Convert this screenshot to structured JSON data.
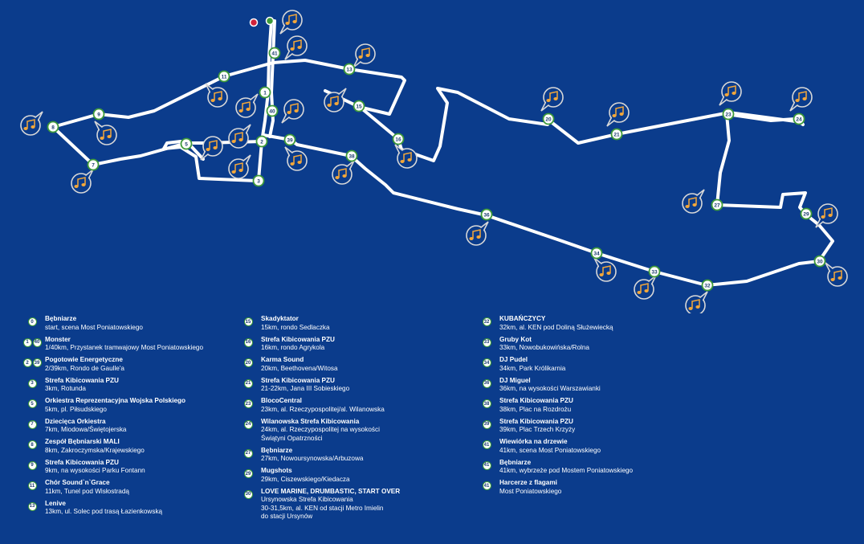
{
  "colors": {
    "background": "#0b3c8c",
    "route": "#ffffff",
    "marker_border": "#3e9a3a",
    "marker_text": "#1a3c6e",
    "note_icon": "#f3a73a",
    "start_dot": "#3e9a3a",
    "finish_dot": "#d0223a"
  },
  "map": {
    "markers": [
      {
        "label": "41",
        "icon": "music-note-icon"
      },
      {
        "label": "13",
        "icon": "music-note-icon"
      },
      {
        "label": "11",
        "icon": "music-note-icon"
      },
      {
        "label": "1",
        "icon": "music-note-icon"
      },
      {
        "label": "40",
        "icon": "music-note-icon"
      },
      {
        "label": "15",
        "icon": "music-note-icon"
      },
      {
        "label": "9",
        "icon": "music-note-icon"
      },
      {
        "label": "8",
        "icon": "music-note-icon"
      },
      {
        "label": "2",
        "icon": "music-note-icon"
      },
      {
        "label": "39",
        "icon": "music-note-icon"
      },
      {
        "label": "5",
        "icon": "music-note-icon"
      },
      {
        "label": "16",
        "icon": "music-note-icon"
      },
      {
        "label": "38",
        "icon": "music-note-icon"
      },
      {
        "label": "7",
        "icon": "music-note-icon"
      },
      {
        "label": "3",
        "icon": "music-note-icon"
      },
      {
        "label": "20",
        "icon": "music-note-icon"
      },
      {
        "label": "21",
        "icon": "music-note-icon"
      },
      {
        "label": "23",
        "icon": "music-note-icon"
      },
      {
        "label": "24",
        "icon": "music-note-icon"
      },
      {
        "label": "27",
        "icon": "music-note-icon"
      },
      {
        "label": "29",
        "icon": "music-note-icon"
      },
      {
        "label": "36",
        "icon": "music-note-icon"
      },
      {
        "label": "34",
        "icon": "music-note-icon"
      },
      {
        "label": "33",
        "icon": "music-note-icon"
      },
      {
        "label": "32",
        "icon": "music-note-icon"
      },
      {
        "label": "30",
        "icon": "music-note-icon"
      }
    ]
  },
  "legend": {
    "columns": [
      [
        {
          "badges": [
            "0"
          ],
          "name": "Bębniarze",
          "location": "start, scena Most Poniatowskiego"
        },
        {
          "badges": [
            "1",
            "40"
          ],
          "name": "Monster",
          "location": "1/40km, Przystanek tramwajowy Most Poniatowskiego"
        },
        {
          "badges": [
            "2",
            "39"
          ],
          "name": "Pogotowie Energetyczne",
          "location": "2/39km, Rondo de Gaulle'a"
        },
        {
          "badges": [
            "3"
          ],
          "name": "Strefa Kibicowania PZU",
          "location": "3km, Rotunda"
        },
        {
          "badges": [
            "5"
          ],
          "name": "Orkiestra Reprezentacyjna Wojska Polskiego",
          "location": "5km, pl. Piłsudskiego"
        },
        {
          "badges": [
            "7"
          ],
          "name": "Dziecięca Orkiestra",
          "location": "7km, Miodowa/Świętojerska"
        },
        {
          "badges": [
            "8"
          ],
          "name": "Zespół Bębniarski MALI",
          "location": "8km, Zakroczymska/Krajewskiego"
        },
        {
          "badges": [
            "9"
          ],
          "name": "Strefa Kibicowania PZU",
          "location": "9km, na wysokości Parku Fontann"
        },
        {
          "badges": [
            "11"
          ],
          "name": "Chór Sound`n`Grace",
          "location": "11km, Tunel pod Wisłostradą"
        },
        {
          "badges": [
            "13"
          ],
          "name": "Lenive",
          "location": "13km, ul. Solec pod trasą Łazienkowską"
        }
      ],
      [
        {
          "badges": [
            "15"
          ],
          "name": "Skadyktator",
          "location": "15km, rondo Sedlaczka"
        },
        {
          "badges": [
            "16"
          ],
          "name": "Strefa Kibicowania PZU",
          "location": "16km, rondo Agrykola"
        },
        {
          "badges": [
            "20"
          ],
          "name": "Karma Sound",
          "location": "20km, Beethovena/Witosa"
        },
        {
          "badges": [
            "21"
          ],
          "name": "Strefa Kibicowania PZU",
          "location": "21-22km, Jana III Sobieskiego"
        },
        {
          "badges": [
            "23"
          ],
          "name": "BlocoCentral",
          "location": "23km, al. Rzeczypospolitej/al. Wilanowska"
        },
        {
          "badges": [
            "24"
          ],
          "name": "Wilanowska Strefa Kibicowania",
          "location": "24km, al. Rzeczypospolitej na wysokości\nŚwiątyni Opatrzności"
        },
        {
          "badges": [
            "27"
          ],
          "name": "Bębniarze",
          "location": "27km, Nowoursynowska/Arbuzowa"
        },
        {
          "badges": [
            "29"
          ],
          "name": "Mugshots",
          "location": "29km, Ciszewskiego/Kiedacza"
        },
        {
          "badges": [
            "30"
          ],
          "name": "LOVE MARINE, DRUMBASTIC, START OVER",
          "location": "Ursynowska Strefa Kibicowania\n30-31,5km, al. KEN od stacji Metro Imielin\ndo stacji Ursynów"
        }
      ],
      [
        {
          "badges": [
            "32"
          ],
          "name": "KUBAŃCZYCY",
          "location": "32km, al. KEN pod Doliną Służewiecką"
        },
        {
          "badges": [
            "33"
          ],
          "name": "Gruby Kot",
          "location": "33km, Nowobukowińska/Rolna"
        },
        {
          "badges": [
            "34"
          ],
          "name": "DJ Pudel",
          "location": "34km, Park Królikarnia"
        },
        {
          "badges": [
            "36"
          ],
          "name": "DJ Miguel",
          "location": "36km, na wysokości Warszawianki"
        },
        {
          "badges": [
            "38"
          ],
          "name": "Strefa Kibicowania PZU",
          "location": "38km, Plac na Rozdrożu"
        },
        {
          "badges": [
            "39"
          ],
          "name": "Strefa Kibicowania PZU",
          "location": "39km, Plac Trzech Krzyży"
        },
        {
          "badges": [
            "41"
          ],
          "name": "Wiewiórka na drzewie",
          "location": "41km, scena Most Poniatowskiego"
        },
        {
          "badges": [
            "41"
          ],
          "name": "Bębniarze",
          "location": "41km, wybrzeże pod Mostem Poniatowskiego"
        },
        {
          "badges": [
            "41"
          ],
          "name": "Harcerze z flagami",
          "location": "Most Poniatowskiego"
        }
      ]
    ]
  }
}
